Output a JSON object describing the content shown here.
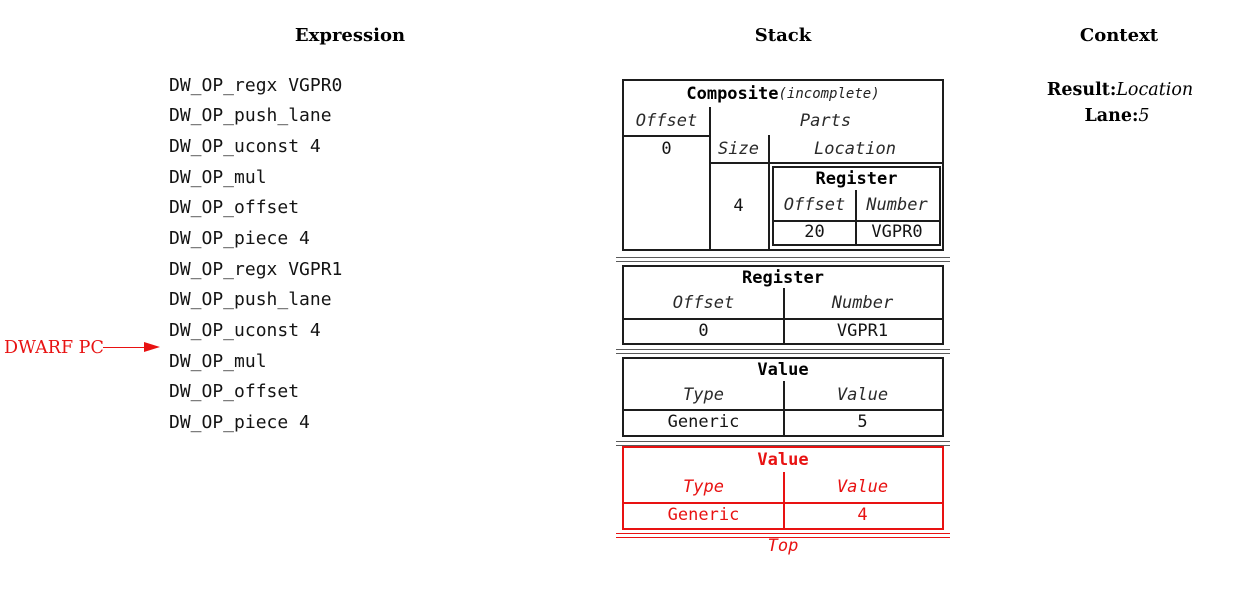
{
  "titles": {
    "expression": "Expression",
    "stack": "Stack",
    "context": "Context"
  },
  "expression": {
    "pc_label": "DWARF PC",
    "items": [
      "DW_OP_regx VGPR0",
      "DW_OP_push_lane",
      "DW_OP_uconst 4",
      "DW_OP_mul",
      "DW_OP_offset",
      "DW_OP_piece 4",
      "DW_OP_regx VGPR1",
      "DW_OP_push_lane",
      "DW_OP_uconst 4",
      "DW_OP_mul",
      "DW_OP_offset",
      "DW_OP_piece 4"
    ]
  },
  "stack": {
    "composite": {
      "title": "Composite",
      "subtitle": "(incomplete)",
      "offset_header": "Offset",
      "parts_header": "Parts",
      "offset_value": "0",
      "size_header": "Size",
      "location_header": "Location",
      "size_value": "4",
      "part_register": {
        "title": "Register",
        "offset_header": "Offset",
        "number_header": "Number",
        "offset_value": "20",
        "number_value": "VGPR0"
      }
    },
    "register": {
      "title": "Register",
      "offset_header": "Offset",
      "number_header": "Number",
      "offset_value": "0",
      "number_value": "VGPR1"
    },
    "value": {
      "title": "Value",
      "type_header": "Type",
      "value_header": "Value",
      "type_value": "Generic",
      "value_value": "5"
    },
    "top_entry": {
      "title": "Value",
      "type_header": "Type",
      "value_header": "Value",
      "type_value": "Generic",
      "value_value": "4"
    },
    "top_label": "Top"
  },
  "context": {
    "result_label": "Result:",
    "result_value": "Location",
    "lane_label": "Lane:",
    "lane_value": "5"
  },
  "colors": {
    "text": "#141414",
    "border": "#1d1d1d",
    "separator": "#5a5a5a",
    "highlight": "#e81212"
  }
}
